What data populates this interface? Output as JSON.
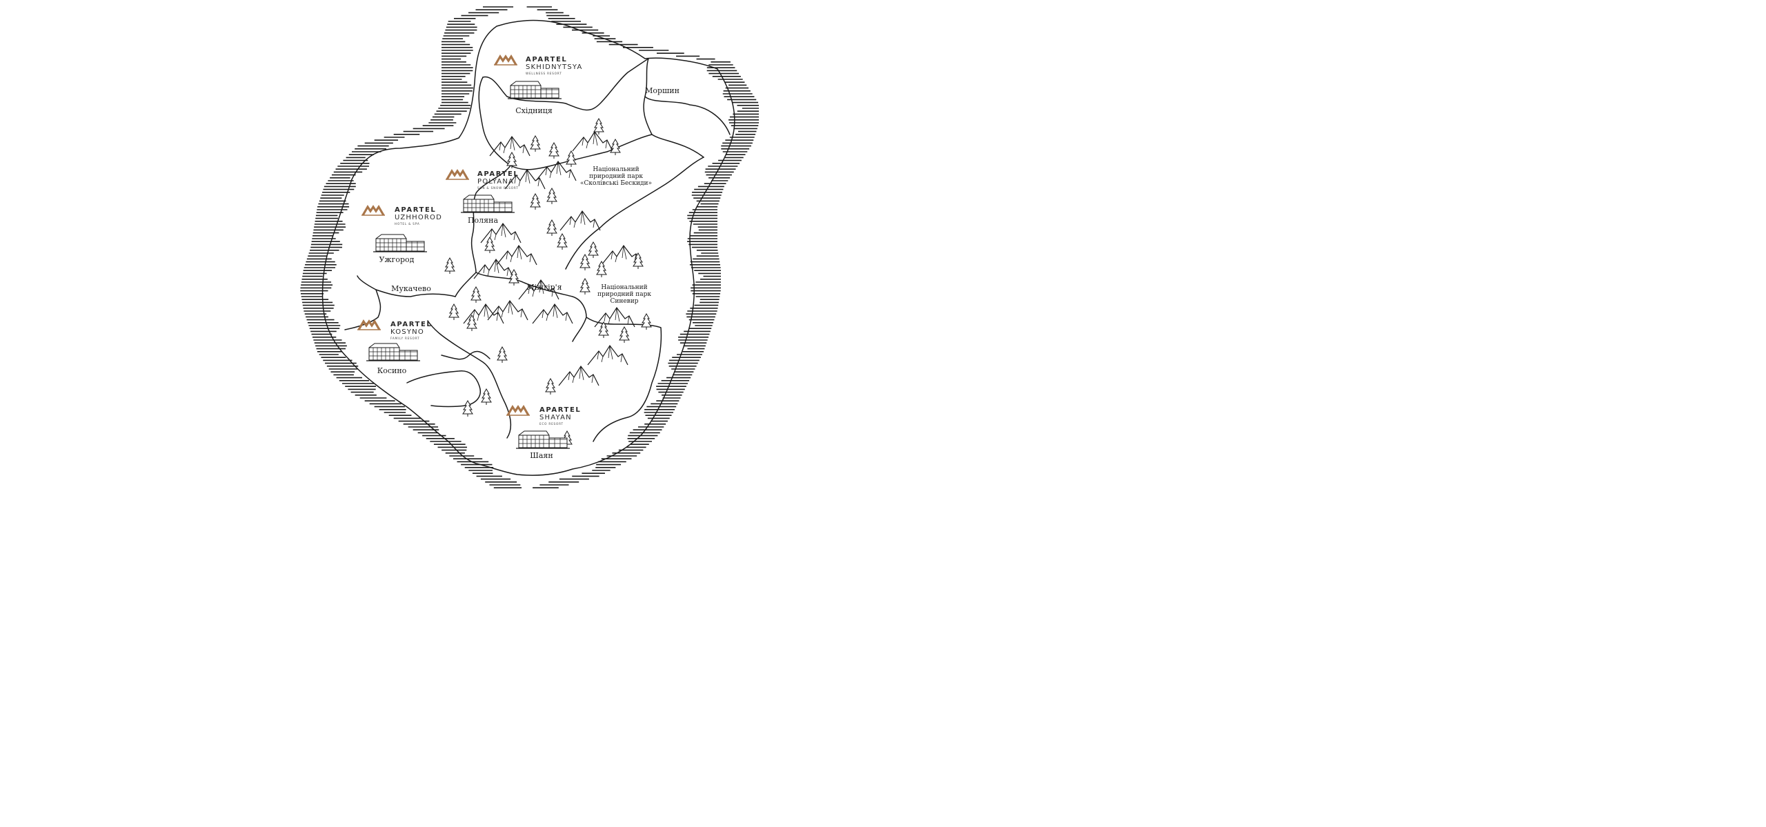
{
  "map": {
    "brand_color": "#a9764a",
    "resorts": [
      {
        "id": "skhidnytsya",
        "brand": "APARTEL",
        "name": "SKHIDNYTSYA",
        "tagline": "WELLNESS RESORT",
        "town": "Східниця"
      },
      {
        "id": "polyana",
        "brand": "APARTEL",
        "name": "POLYANA",
        "tagline": "SUN & SNOW RESORT",
        "town": "Поляна"
      },
      {
        "id": "uzhhorod",
        "brand": "APARTEL",
        "name": "UZHHOROD",
        "tagline": "HOTEL & SPA",
        "town": "Ужгород"
      },
      {
        "id": "kosyno",
        "brand": "APARTEL",
        "name": "KOSYNO",
        "tagline": "FAMILY RESORT",
        "town": "Косино"
      },
      {
        "id": "shayan",
        "brand": "APARTEL",
        "name": "SHAYAN",
        "tagline": "ECO RESORT",
        "town": "Шаян"
      }
    ],
    "places": {
      "morshyn": "Моршин",
      "mukachevo": "Мукачево",
      "mizhhiria": "Міжгір'я"
    },
    "parks": {
      "skole": [
        "Національний",
        "природний парк",
        "«Сколівські Бескиди»"
      ],
      "synevyr": [
        "Національний",
        "природний парк",
        "Синевир"
      ]
    }
  }
}
